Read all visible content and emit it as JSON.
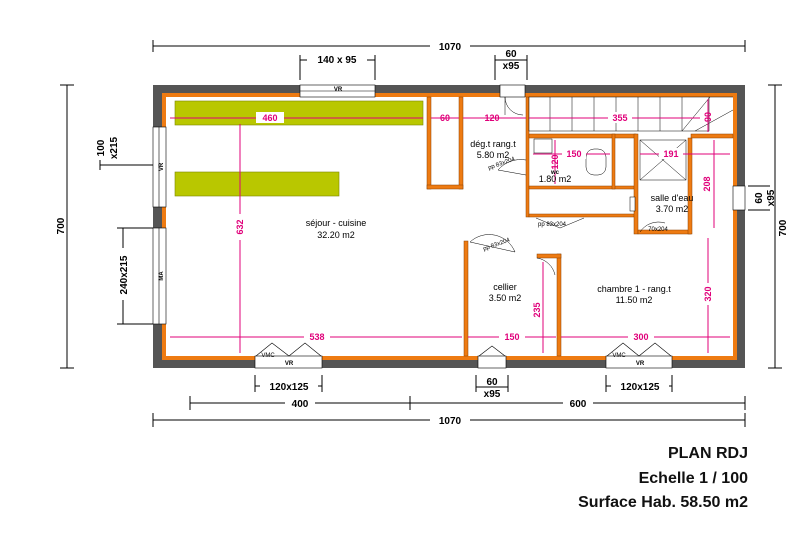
{
  "title": {
    "plan": "PLAN RDJ",
    "scale": "Echelle 1 / 100",
    "surface": "Surface Hab. 58.50 m2"
  },
  "rooms": {
    "sejour": {
      "name": "séjour - cuisine",
      "area": "32.20 m2"
    },
    "degt": {
      "name": "dég.t rang.t",
      "area": "5.80 m2"
    },
    "wc": {
      "name": "wc",
      "area": "1.80 m2"
    },
    "sdb": {
      "name": "salle d'eau",
      "area": "3.70 m2"
    },
    "cellier": {
      "name": "cellier",
      "area": "3.50 m2"
    },
    "chambre": {
      "name": "chambre 1 - rang.t",
      "area": "11.50 m2"
    }
  },
  "dimensions_exterior": {
    "top_total": "1070",
    "bottom_total": "1070",
    "top_window": "140 x 95",
    "top_door_w": "60",
    "top_door_h": "x95",
    "bottom_left": "400",
    "bottom_right": "600",
    "bottom_win1": "120x125",
    "bottom_win2": "120x125",
    "bottom_door_w": "60",
    "bottom_door_h": "x95",
    "left_total": "700",
    "right_total": "700",
    "left_window_w": "100",
    "left_window_h": "x215",
    "left_bay": "240x215",
    "right_win_w": "60",
    "right_win_h": "x95"
  },
  "dimensions_interior": {
    "d460": "460",
    "d60": "60",
    "d120": "120",
    "d355": "355",
    "d90": "90",
    "d150a": "150",
    "d191": "191",
    "d120b": "120",
    "d208": "208",
    "d632": "632",
    "d538": "538",
    "d150b": "150",
    "d300": "300",
    "d235": "235",
    "d320": "320"
  },
  "labels": {
    "vr_top": "VR",
    "vr_bottom1": "VR",
    "vr_bottom2": "VR",
    "vmc1": "VMC",
    "vmc2": "VMC",
    "vr_left": "VR",
    "ma": "MA",
    "pp1": "pp 83x204",
    "pp2": "pp 83x204",
    "pp3": "pp 83x204",
    "pp4": "70x204"
  }
}
